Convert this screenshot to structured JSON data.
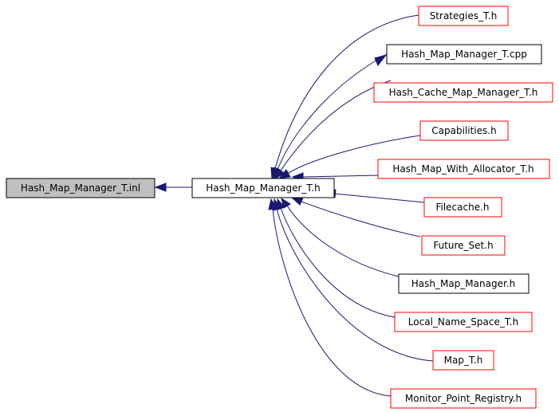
{
  "graph": {
    "colors": {
      "edge": "#191970",
      "focus_fill": "#bfbfbf",
      "linked_border": "#000000",
      "unlinked_border": "#ff0000",
      "background": "#ffffff"
    },
    "root": {
      "label": "Hash_Map_Manager_T.inl",
      "style": "focus"
    },
    "center": {
      "label": "Hash_Map_Manager_T.h",
      "style": "linked"
    },
    "includers": [
      {
        "label": "Strategies_T.h",
        "style": "unlinked"
      },
      {
        "label": "Hash_Map_Manager_T.cpp",
        "style": "linked"
      },
      {
        "label": "Hash_Cache_Map_Manager_T.h",
        "style": "unlinked"
      },
      {
        "label": "Capabilities.h",
        "style": "unlinked"
      },
      {
        "label": "Hash_Map_With_Allocator_T.h",
        "style": "unlinked"
      },
      {
        "label": "Filecache.h",
        "style": "unlinked"
      },
      {
        "label": "Future_Set.h",
        "style": "unlinked"
      },
      {
        "label": "Hash_Map_Manager.h",
        "style": "linked"
      },
      {
        "label": "Local_Name_Space_T.h",
        "style": "unlinked"
      },
      {
        "label": "Map_T.h",
        "style": "unlinked"
      },
      {
        "label": "Monitor_Point_Registry.h",
        "style": "unlinked"
      }
    ]
  }
}
